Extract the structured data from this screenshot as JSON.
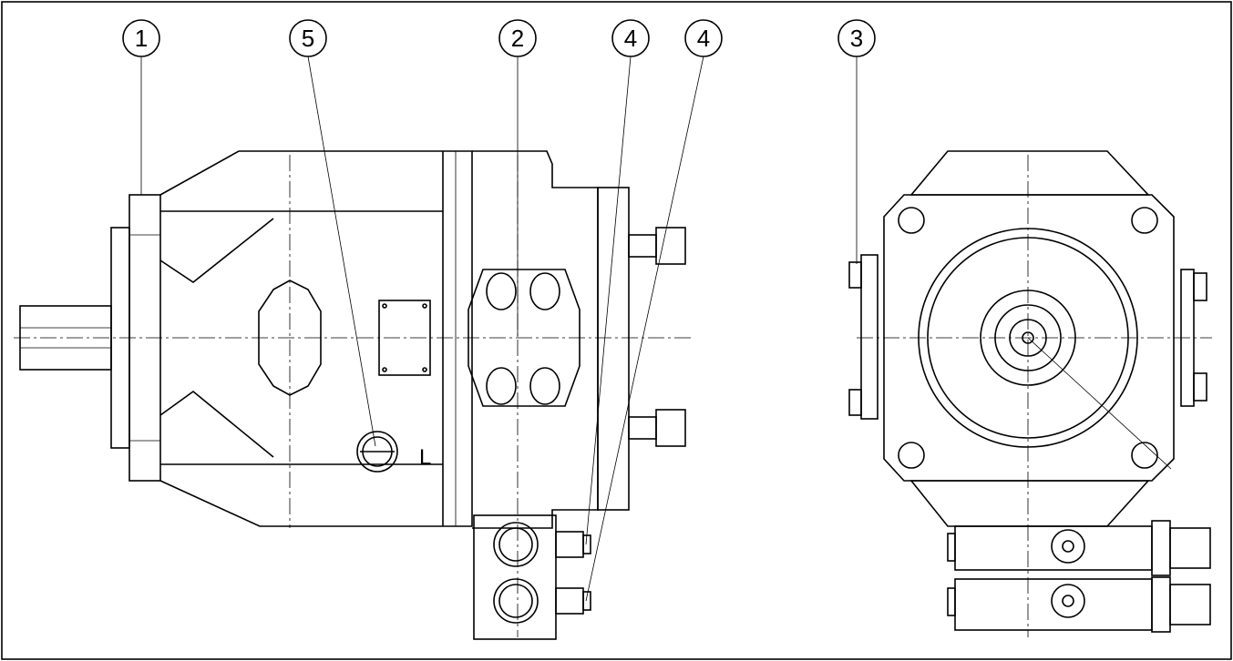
{
  "drawing": {
    "callouts": [
      {
        "id": "1",
        "label": "1"
      },
      {
        "id": "5",
        "label": "5"
      },
      {
        "id": "2",
        "label": "2"
      },
      {
        "id": "4a",
        "label": "4"
      },
      {
        "id": "4b",
        "label": "4"
      },
      {
        "id": "3",
        "label": "3"
      }
    ],
    "port_label": "L",
    "line_color": "#000000",
    "background_color": "#ffffff"
  }
}
